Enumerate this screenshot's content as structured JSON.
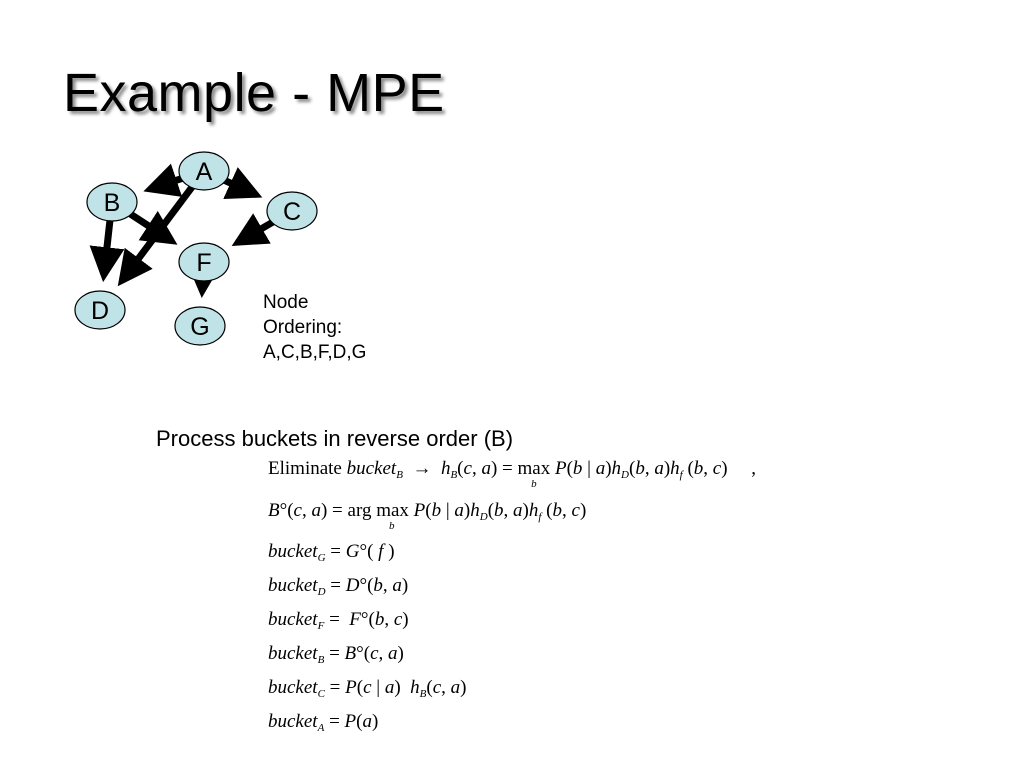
{
  "title": "Example - MPE",
  "graph": {
    "nodes": [
      {
        "id": "A",
        "label": "A"
      },
      {
        "id": "B",
        "label": "B"
      },
      {
        "id": "C",
        "label": "C"
      },
      {
        "id": "F",
        "label": "F"
      },
      {
        "id": "D",
        "label": "D"
      },
      {
        "id": "G",
        "label": "G"
      }
    ],
    "edges": [
      {
        "from": "A",
        "to": "B"
      },
      {
        "from": "A",
        "to": "C"
      },
      {
        "from": "A",
        "to": "D"
      },
      {
        "from": "B",
        "to": "D"
      },
      {
        "from": "B",
        "to": "F"
      },
      {
        "from": "C",
        "to": "F"
      },
      {
        "from": "F",
        "to": "G"
      }
    ],
    "node_fill": "#bfe3e6",
    "edge_color": "#000000"
  },
  "ordering": {
    "line1": "Node",
    "line2": "Ordering:",
    "line3": "A,C,B,F,D,G"
  },
  "process_text": "Process buckets in reverse order (B)",
  "equations": {
    "eliminate_word": "Eliminate",
    "bucket_word": "bucket",
    "max_word": "max",
    "argmax_word": "arg max",
    "max_sub": "b"
  }
}
